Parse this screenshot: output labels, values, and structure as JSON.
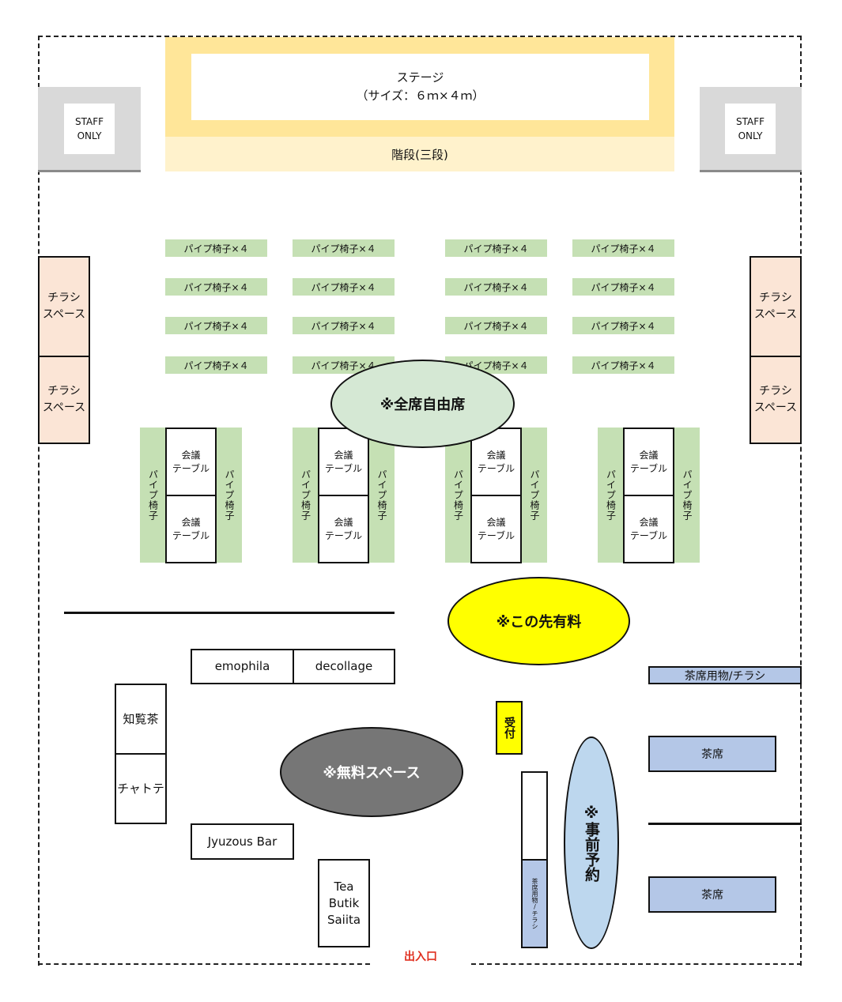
{
  "stage": {
    "title": "ステージ",
    "size": "（サイズ：６ｍ×４ｍ）",
    "stairs": "階段(三段)"
  },
  "staff_only": {
    "line1": "STAFF",
    "line2": "ONLY"
  },
  "flyer_space": {
    "line1": "チラシ",
    "line2": "スペース"
  },
  "chair_row_label": "パイプ椅子×４",
  "pipe_chair_vertical": "パイプ椅子",
  "meeting_table": {
    "line1": "会議",
    "line2": "テーブル"
  },
  "free_seating": "※全席自由席",
  "paid_area": "※この先有料",
  "free_space": "※無料スペース",
  "reservation": "※事前予約",
  "reception": "受付",
  "shops": {
    "emophila": "emophila",
    "decollage": "decollage",
    "chiran": "知覧茶",
    "chatote": "チャトテ",
    "jyuzous": "Jyuzous Bar",
    "tea_butik_line1": "Tea",
    "tea_butik_line2": "Butik",
    "tea_butik_line3": "Saiita"
  },
  "tea_supplies": "茶席用物/チラシ",
  "tea_seat": "茶席",
  "entrance": "出入口",
  "colors": {
    "stage": "#ffe699",
    "stairs": "#fff2cc",
    "chairs": "#c5e0b4",
    "flyer": "#fbe5d6",
    "free_seat_ellipse": "#d5e8d4",
    "paid_ellipse": "#ffff00",
    "free_space_ellipse": "#767676",
    "reservation_ellipse": "#bdd7ee",
    "tea_blue": "#b4c7e7",
    "entrance_text": "#e03020"
  }
}
